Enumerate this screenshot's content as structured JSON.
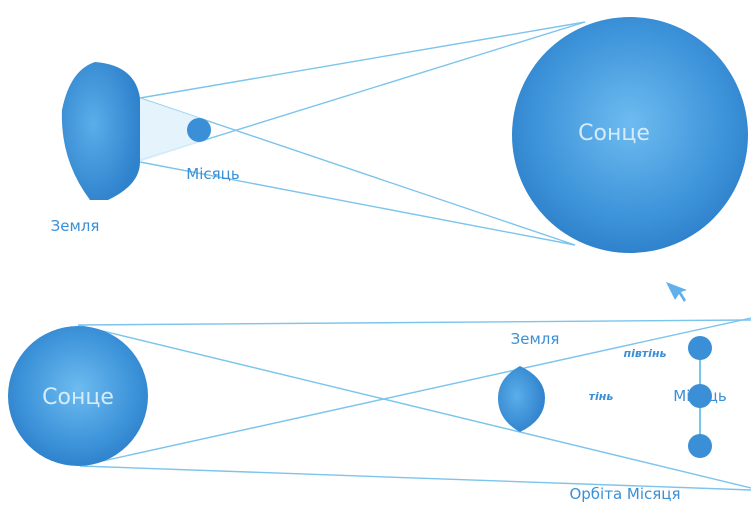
{
  "top_panel": {
    "earth_label": "Земля",
    "moon_label": "Місяць",
    "sun_label": "Сонце"
  },
  "bottom_panel": {
    "sun_label": "Сонце",
    "earth_label": "Земля",
    "penumbra_label": "півтінь",
    "umbra_label": "тінь",
    "moon_label": "Місяць",
    "orbit_label": "Орбіта Місяця"
  },
  "colors": {
    "body_fill": "#3a8fd6",
    "body_light": "#5fb0ec",
    "ray": "#7cc4ec",
    "shadow_cone": "#dff1fb",
    "label": "#3a8fd6"
  }
}
